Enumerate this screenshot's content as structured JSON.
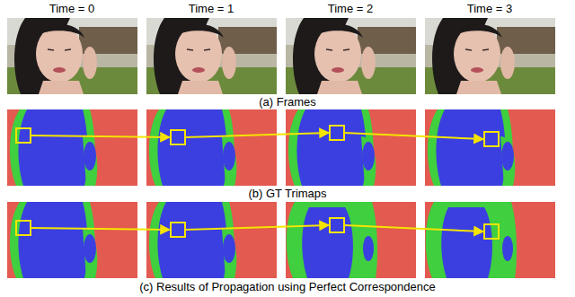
{
  "diagram": {
    "labels": [
      "Time = 0",
      "Time = 1",
      "Time = 2",
      "Time = 3",
      "(a) Frames",
      "(b) GT Trimaps",
      "(c) Results of Propagation using Perfect Correspondence"
    ]
  }
}
